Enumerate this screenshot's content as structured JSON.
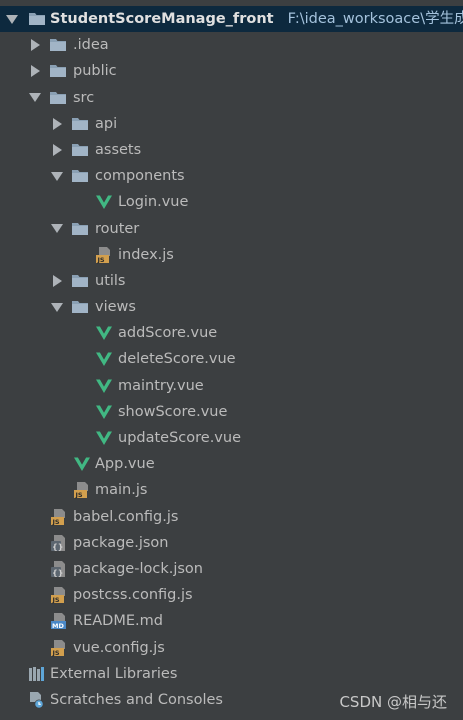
{
  "project": {
    "name": "StudentScoreManage_front",
    "path": "F:\\idea_worksoace\\学生成绩"
  },
  "items": [
    {
      "label": ".idea",
      "icon": "folder-icon"
    },
    {
      "label": "public",
      "icon": "folder-icon"
    },
    {
      "label": "src",
      "icon": "folder-icon"
    },
    {
      "label": "api",
      "icon": "folder-icon"
    },
    {
      "label": "assets",
      "icon": "folder-icon"
    },
    {
      "label": "components",
      "icon": "folder-icon"
    },
    {
      "label": "Login.vue",
      "icon": "vue-file-icon"
    },
    {
      "label": "router",
      "icon": "folder-icon"
    },
    {
      "label": "index.js",
      "icon": "js-file-icon"
    },
    {
      "label": "utils",
      "icon": "folder-icon"
    },
    {
      "label": "views",
      "icon": "folder-icon"
    },
    {
      "label": "addScore.vue",
      "icon": "vue-file-icon"
    },
    {
      "label": "deleteScore.vue",
      "icon": "vue-file-icon"
    },
    {
      "label": "maintry.vue",
      "icon": "vue-file-icon"
    },
    {
      "label": "showScore.vue",
      "icon": "vue-file-icon"
    },
    {
      "label": "updateScore.vue",
      "icon": "vue-file-icon"
    },
    {
      "label": "App.vue",
      "icon": "vue-file-icon"
    },
    {
      "label": "main.js",
      "icon": "js-file-icon"
    },
    {
      "label": "babel.config.js",
      "icon": "js-file-icon"
    },
    {
      "label": "package.json",
      "icon": "json-file-icon"
    },
    {
      "label": "package-lock.json",
      "icon": "json-file-icon"
    },
    {
      "label": "postcss.config.js",
      "icon": "js-file-icon"
    },
    {
      "label": "README.md",
      "icon": "md-file-icon"
    },
    {
      "label": "vue.config.js",
      "icon": "js-file-icon"
    },
    {
      "label": "External Libraries",
      "icon": "libraries-icon"
    },
    {
      "label": "Scratches and Consoles",
      "icon": "scratches-icon"
    }
  ],
  "watermark": "CSDN @相与还",
  "colors": {
    "background": "#3c3f41",
    "selection": "#0d293e",
    "folder": "#8aa0b4",
    "vue": "#41b883",
    "js": "#d29f4e"
  }
}
